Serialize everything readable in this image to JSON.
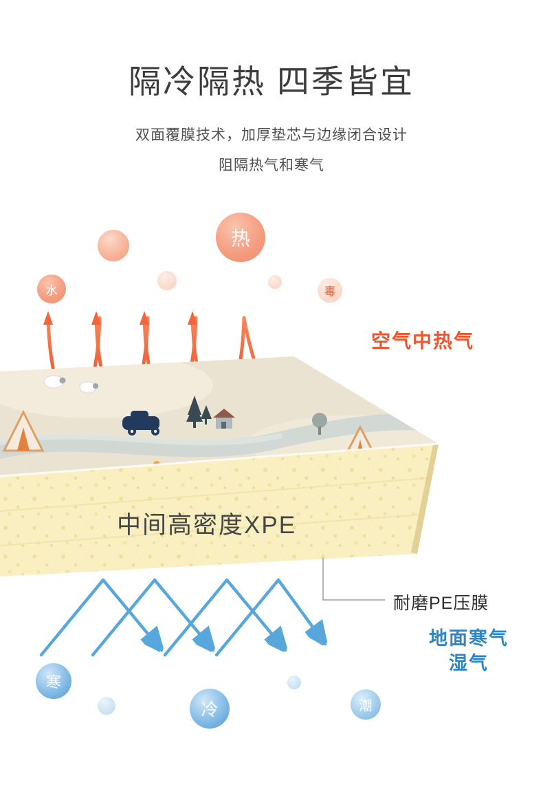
{
  "header": {
    "title": "隔冷隔热 四季皆宜",
    "subtitle_line1": "双面覆膜技术，加厚垫芯与边缘闭合设计",
    "subtitle_line2": "阻隔热气和寒气"
  },
  "heat": {
    "label": "空气中热气",
    "label_color": "#f0542d",
    "arrow_color": "#f15a29",
    "bubbles": {
      "main": "热",
      "water": "水",
      "toxin": "毒"
    }
  },
  "mat": {
    "foam_label": "中间高密度XPE",
    "pe_label": "耐磨PE压膜",
    "top_color": "#ebe3d1",
    "foam_color": "#f9efc0"
  },
  "cold": {
    "label_line1": "地面寒气",
    "label_line2": "湿气",
    "label_color": "#2e86c8",
    "arrow_color": "#57a7dc",
    "bubbles": {
      "chill": "寒",
      "cold": "冷",
      "damp": "潮"
    }
  }
}
